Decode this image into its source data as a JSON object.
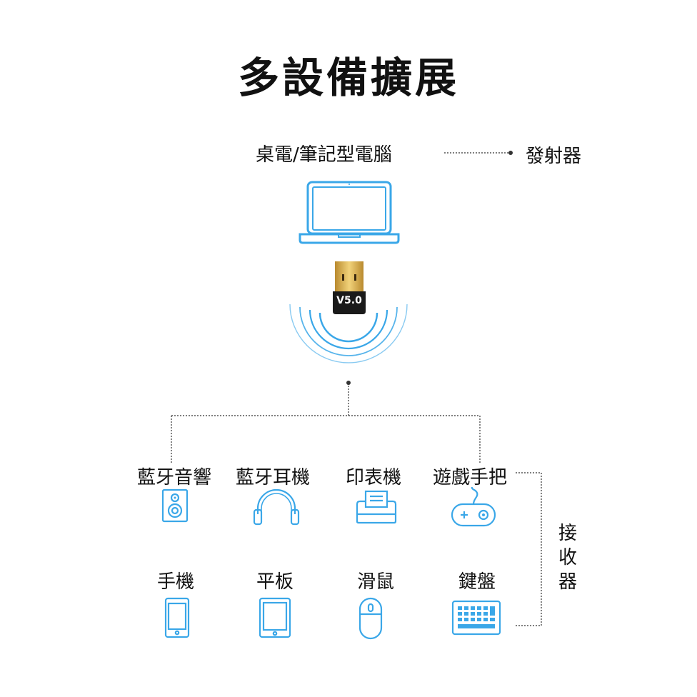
{
  "title": "多設備擴展",
  "source": {
    "label": "桌電/筆記型電腦",
    "role": "發射器"
  },
  "adapter": {
    "version": "V5.0"
  },
  "receiver_label": "接收器",
  "devices": [
    {
      "label": "藍牙音響",
      "icon": "speaker-icon"
    },
    {
      "label": "藍牙耳機",
      "icon": "headphones-icon"
    },
    {
      "label": "印表機",
      "icon": "printer-icon"
    },
    {
      "label": "遊戲手把",
      "icon": "gamepad-icon"
    },
    {
      "label": "手機",
      "icon": "phone-icon"
    },
    {
      "label": "平板",
      "icon": "tablet-icon"
    },
    {
      "label": "滑鼠",
      "icon": "mouse-icon"
    },
    {
      "label": "鍵盤",
      "icon": "keyboard-icon"
    }
  ],
  "colors": {
    "icon_blue": "#3aa7e8",
    "text": "#111111",
    "line": "#333333",
    "adapter_gold": "#d9b24a",
    "adapter_body": "#1a1a1a"
  }
}
